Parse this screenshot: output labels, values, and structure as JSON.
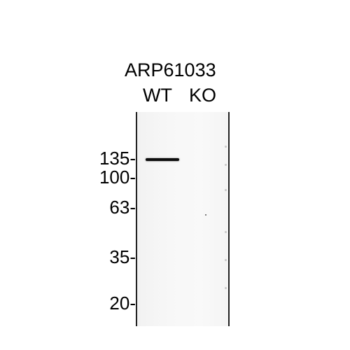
{
  "antibody_label": "ARP61033",
  "lanes": [
    {
      "label": "WT"
    },
    {
      "label": "KO"
    }
  ],
  "markers": [
    {
      "label": "135-"
    },
    {
      "label": "100-"
    },
    {
      "label": "63-"
    },
    {
      "label": "35-"
    },
    {
      "label": "20-"
    }
  ]
}
